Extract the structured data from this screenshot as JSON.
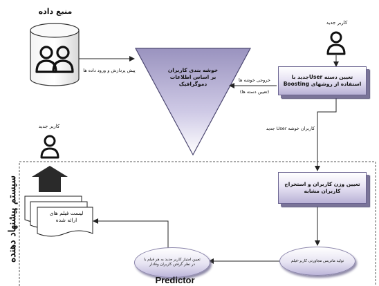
{
  "data_source": {
    "title": "منبع داده"
  },
  "edges": {
    "preprocess": "پیش پردازش و ورود داده ها",
    "cluster_output_line1": "خروجی خوشه ها",
    "cluster_output_line2": "(تعیین دسته ها)",
    "user_cluster": "کاربران خوشه User جدید"
  },
  "clustering": {
    "line1": "خوشه بندی کاربران",
    "line2": "بر اساس اطلاعات",
    "line3": "دموگرافیک"
  },
  "new_user_top": {
    "label": "کاربر جدید"
  },
  "new_user_left": {
    "label": "کاربر جدید"
  },
  "boosting_box": {
    "line1": "تعیین دسته Userجدید با",
    "line2": "استفاده از روشهای Boosting"
  },
  "weights_box": {
    "line1": "تعیین وزن کاربران و استخراج",
    "line2": "کاربران مشابه"
  },
  "matrix_oval": {
    "label": "تولید ماتریس مجاورتی کاربر-فیلم"
  },
  "score_oval": {
    "line1": "تعیین امتیاز کاربر جدید به هر فیلم با",
    "line2": "در نظر گرفتن کاربران وفادار"
  },
  "movie_list": {
    "line1": "لیست فیلم های",
    "line2": "ارائه شده"
  },
  "system": {
    "title": "سیستم پیشنهاد دهنده",
    "predictor": "Predictor"
  },
  "colors": {
    "accent_fill": "#b9b2d6",
    "border": "#6a6390",
    "dashed": "#555555"
  }
}
